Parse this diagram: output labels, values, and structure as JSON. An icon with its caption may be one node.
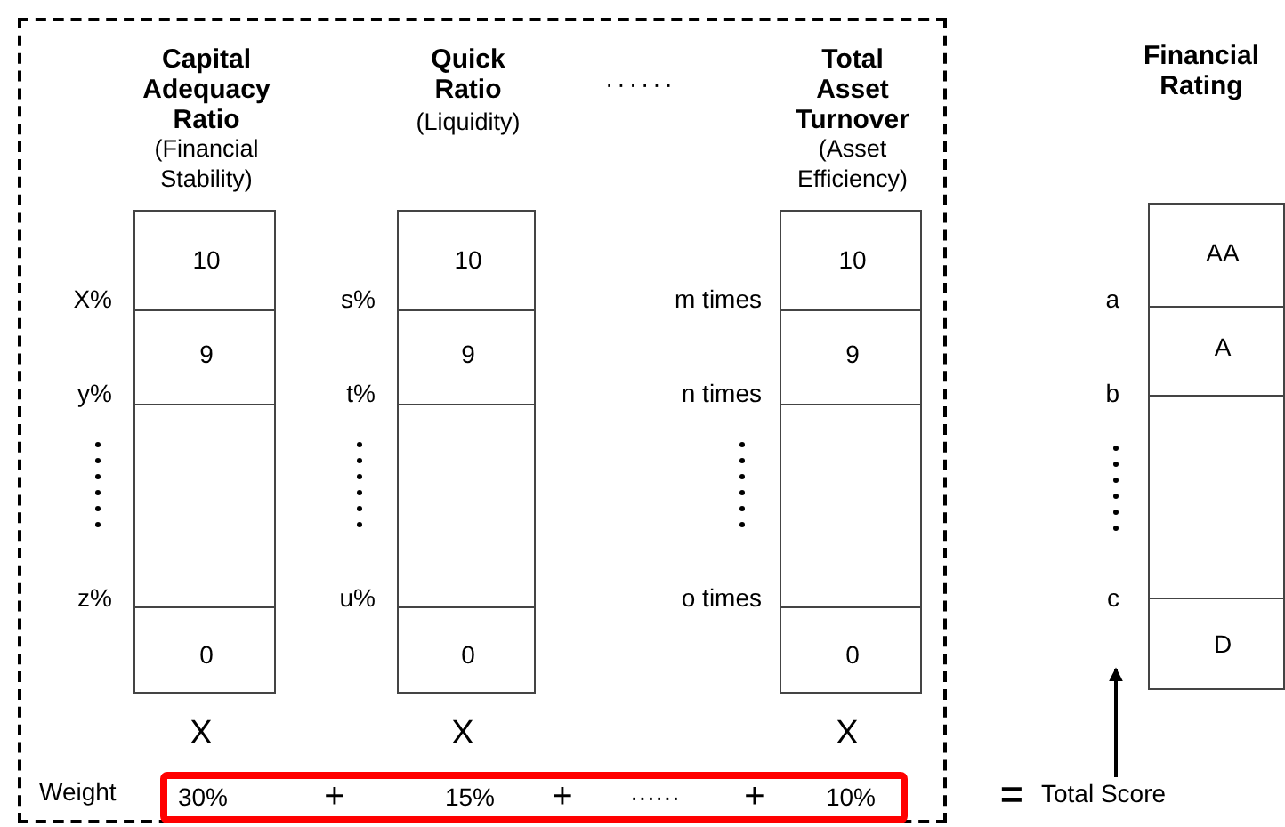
{
  "diagram": {
    "nodes": [
      {
        "text": [],
        "shape": "box"
      },
      {
        "text": [
          "Capital Adequacy Ratio",
          "(Financial Stability)",
          "10",
          "9",
          "0"
        ],
        "in": 0
      },
      {
        "text": [
          "Quick Ratio",
          "(Liquidity)",
          "10",
          "9",
          "0"
        ],
        "in": 0
      },
      {
        "text": [
          "Total Asset Turnover",
          "(Asset Efficiency)",
          "10",
          "9",
          "0"
        ],
        "in": 0
      },
      {
        "text": [
          "30%",
          "+",
          "15%",
          "+",
          "······",
          "+",
          "10%"
        ],
        "in": 0
      },
      {
        "text": [
          "Financial Rating",
          "AA",
          "A",
          "D"
        ]
      },
      {
        "text": [
          "Total Score"
        ]
      }
    ],
    "edges": [
      {
        "from": 6,
        "to": 5,
        "arrow": "to"
      }
    ],
    "labels": [
      "······",
      "X%",
      "s%",
      "m times",
      "a",
      "y%",
      "t%",
      "n times",
      "b",
      "z%",
      "u%",
      "o times",
      "c",
      "X",
      "X",
      "X",
      "Weight",
      "="
    ]
  }
}
